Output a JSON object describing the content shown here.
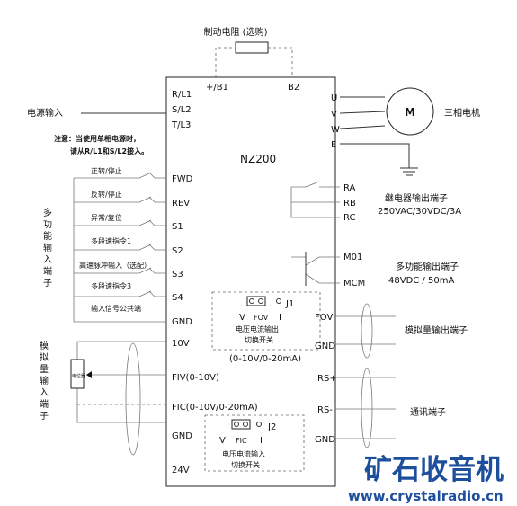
{
  "title": {
    "brake_resistor": "制动电阻 (选购)",
    "model": "NZ200"
  },
  "power": {
    "input_label": "电源输入",
    "terminals": [
      "R/L1",
      "S/L2",
      "T/L3"
    ],
    "note_line1": "注意：当使用单相电源时，",
    "note_line2": "请从R/L1和S/L2接入。",
    "pb": "+/B1",
    "b2": "B2"
  },
  "motor": {
    "label": "三相电机",
    "symbol": "M",
    "terminals": [
      "U",
      "V",
      "W",
      "E"
    ]
  },
  "digital_inputs": {
    "side_label": "多功能输入端子",
    "terminals": [
      "FWD",
      "REV",
      "S1",
      "S2",
      "S3",
      "S4",
      "GND"
    ],
    "descriptions": [
      "正转/停止",
      "反转/停止",
      "异常/复位",
      "多段速指令1",
      "高速脉冲输入（选配）",
      "多段速指令3",
      "输入信号公共端"
    ]
  },
  "analog_inputs": {
    "side_label": "模拟量输入端子",
    "pot_label": "电位器",
    "terminals": [
      "10V",
      "FIV(0-10V)",
      "FIC(0-10V/0-20mA)",
      "GND",
      "24V"
    ]
  },
  "relay": {
    "terminals": [
      "RA",
      "RB",
      "RC"
    ],
    "label": "继电器输出端子",
    "rating": "250VAC/30VDC/3A"
  },
  "do_output": {
    "terminals": [
      "M01",
      "MCM"
    ],
    "label": "多功能输出端子",
    "rating": "48VDC / 50mA"
  },
  "analog_output": {
    "terminals": [
      "FOV",
      "GND"
    ],
    "label": "模拟量输出端子"
  },
  "comm": {
    "terminals": [
      "RS+",
      "RS-",
      "GND"
    ],
    "label": "通讯端子"
  },
  "jumpers": {
    "j1": {
      "name": "J1",
      "v": "V",
      "mid": "FOV",
      "i": "I",
      "desc1": "电压电流输出",
      "desc2": "切换开关",
      "range": "(0-10V/0-20mA)"
    },
    "j2": {
      "name": "J2",
      "v": "V",
      "mid": "FIC",
      "i": "I",
      "desc1": "电压电流输入",
      "desc2": "切换开关"
    }
  },
  "watermark": {
    "brand": "矿石收音机",
    "url": "www.crystalradio.cn"
  }
}
